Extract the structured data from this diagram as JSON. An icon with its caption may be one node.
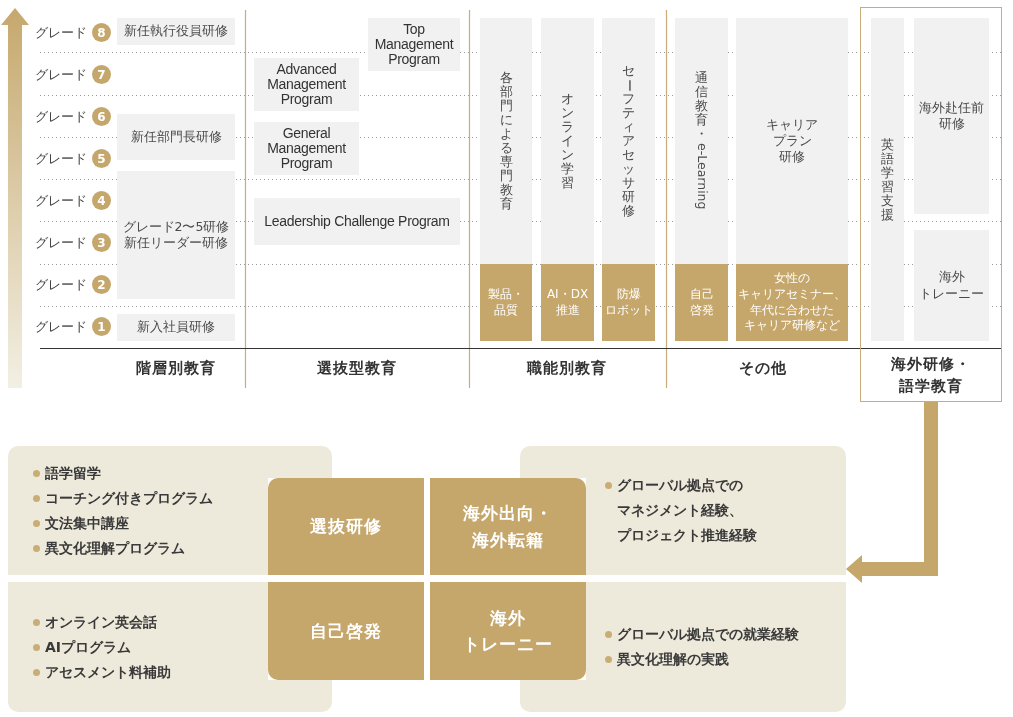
{
  "diagram": {
    "nodes": [
      {
        "text": [
          "8"
        ],
        "beside": [
          "グレード"
        ]
      },
      {
        "text": [
          "7"
        ],
        "beside": [
          "グレード"
        ]
      },
      {
        "text": [
          "6"
        ],
        "beside": [
          "グレード"
        ]
      },
      {
        "text": [
          "5"
        ],
        "beside": [
          "グレード"
        ]
      },
      {
        "text": [
          "4"
        ],
        "beside": [
          "グレード"
        ]
      },
      {
        "text": [
          "3"
        ],
        "beside": [
          "グレード"
        ]
      },
      {
        "text": [
          "2"
        ],
        "beside": [
          "グレード"
        ]
      },
      {
        "text": [
          "1"
        ],
        "beside": [
          "グレード"
        ]
      },
      {
        "text": [
          "新任執行役員研修"
        ]
      },
      {
        "text": [
          "新任部門長研修"
        ]
      },
      {
        "text": [
          "グレード2〜5研修",
          "新任リーダー研修"
        ]
      },
      {
        "text": [
          "新入社員研修"
        ]
      },
      {
        "text": [
          "Top Management Program"
        ]
      },
      {
        "text": [
          "Advanced Management Program"
        ]
      },
      {
        "text": [
          "General Management Program"
        ]
      },
      {
        "text": [
          "Leadership Challenge Program"
        ]
      },
      {
        "text": [
          "各部門による専門教育"
        ]
      },
      {
        "text": [
          "製品・品質"
        ]
      },
      {
        "text": [
          "オンライン学習"
        ]
      },
      {
        "text": [
          "AI・DX推進"
        ]
      },
      {
        "text": [
          "セーフティアセッサ研修"
        ]
      },
      {
        "text": [
          "防爆ロボット"
        ]
      },
      {
        "text": [
          "通信教育・e-Learning"
        ]
      },
      {
        "text": [
          "自己啓発"
        ]
      },
      {
        "text": [
          "キャリアプラン研修"
        ]
      },
      {
        "text": [
          "女性のキャリアセミナー、年代に合わせたキャリア研修など"
        ]
      },
      {
        "text": [
          "海外研修・語学教育"
        ]
      },
      {
        "text": [
          "英語学習支援"
        ],
        "in": 26
      },
      {
        "text": [
          "海外赴任前研修"
        ],
        "in": 26
      },
      {
        "text": [
          "海外トレーニー"
        ],
        "in": 26
      },
      {
        "text": [
          "語学留学",
          "コーチング付きプログラム",
          "文法集中講座",
          "異文化理解プログラム"
        ]
      },
      {
        "text": [
          "選抜研修"
        ]
      },
      {
        "text": [
          "海外出向・海外転籍"
        ]
      },
      {
        "text": [
          "グローバル拠点でのマネジメント経験、プロジェクト推進経験"
        ]
      },
      {
        "text": [
          "オンライン英会話",
          "AIプログラム",
          "アセスメント料補助"
        ]
      },
      {
        "text": [
          "自己啓発"
        ]
      },
      {
        "text": [
          "海外トレーニー"
        ]
      },
      {
        "text": [
          "グローバル拠点での就業経験",
          "異文化理解の実践"
        ]
      }
    ],
    "edges": [
      {
        "from": 26,
        "to": 33,
        "arrow": "to"
      }
    ],
    "labels": [
      "階層別教育",
      "選抜型教育",
      "職能別教育",
      "その他"
    ]
  }
}
